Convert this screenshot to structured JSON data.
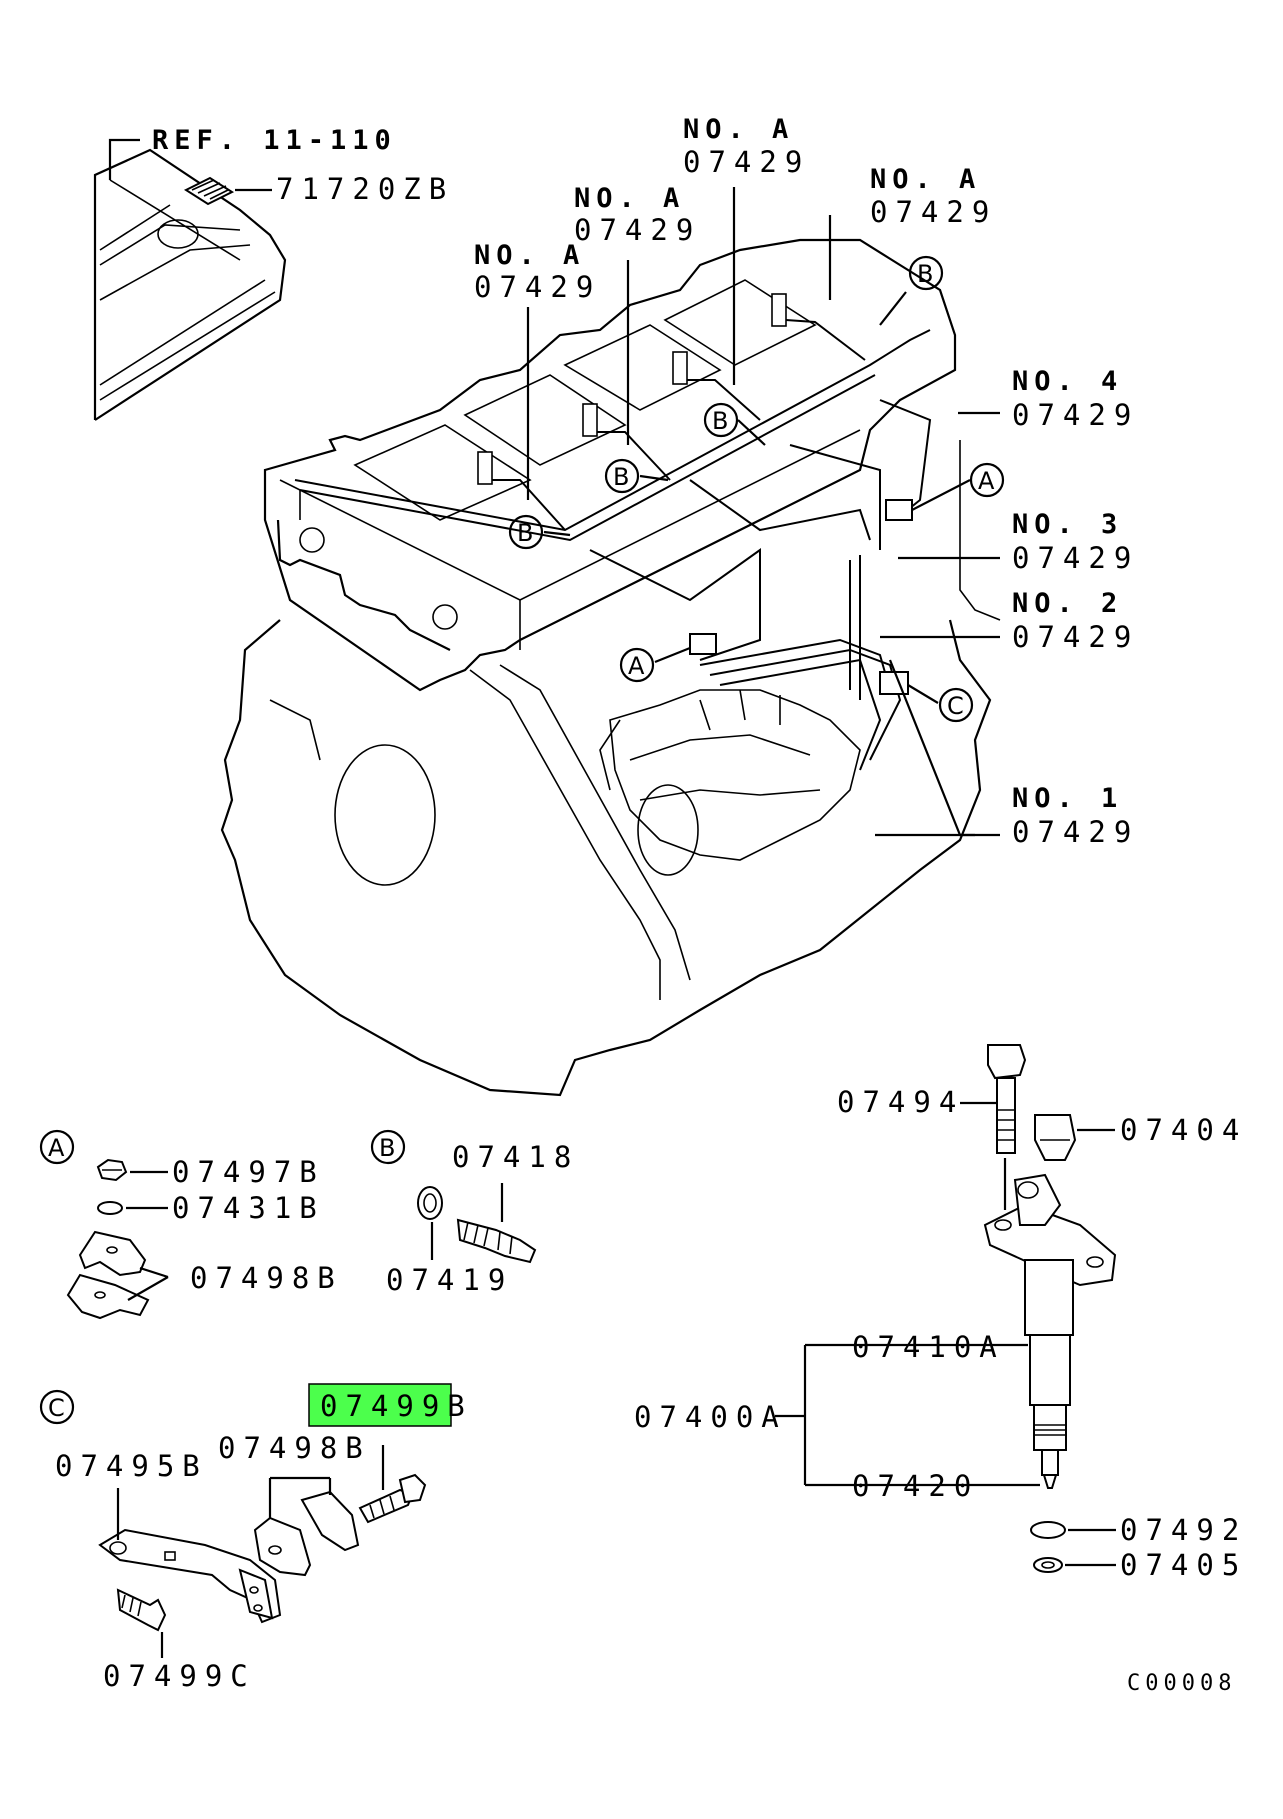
{
  "diagram": {
    "ref_label": "REF. 11-110",
    "labels": {
      "seal": "71720ZB",
      "pipe_a1_no": "NO. A",
      "pipe_a1_part": "07429",
      "pipe_a2_no": "NO. A",
      "pipe_a2_part": "07429",
      "pipe_a3_no": "NO. A",
      "pipe_a3_part": "07429",
      "pipe_a4_no": "NO. A",
      "pipe_a4_part": "07429",
      "pipe_4_no": "NO. 4",
      "pipe_4_part": "07429",
      "pipe_3_no": "NO. 3",
      "pipe_3_part": "07429",
      "pipe_2_no": "NO. 2",
      "pipe_2_part": "07429",
      "pipe_1_no": "NO. 1",
      "pipe_1_part": "07429",
      "nut": "07497B",
      "washer": "07431B",
      "clamp_a": "07498B",
      "bolt_b": "07418",
      "gasket_b": "07419",
      "highlight": "07499B",
      "clamp_c": "07498B",
      "bracket": "07495B",
      "bolt_c": "07499C",
      "injector_bolt": "07494",
      "injector_cap": "07404",
      "injector_holder": "07410A",
      "injector_assy": "07400A",
      "injector_nozzle": "07420",
      "o_ring": "07492",
      "injector_washer": "07405",
      "code": "C00008"
    },
    "callouts": {
      "a": "A",
      "b": "B",
      "c": "C"
    },
    "highlight_color": "#4cff4c"
  }
}
